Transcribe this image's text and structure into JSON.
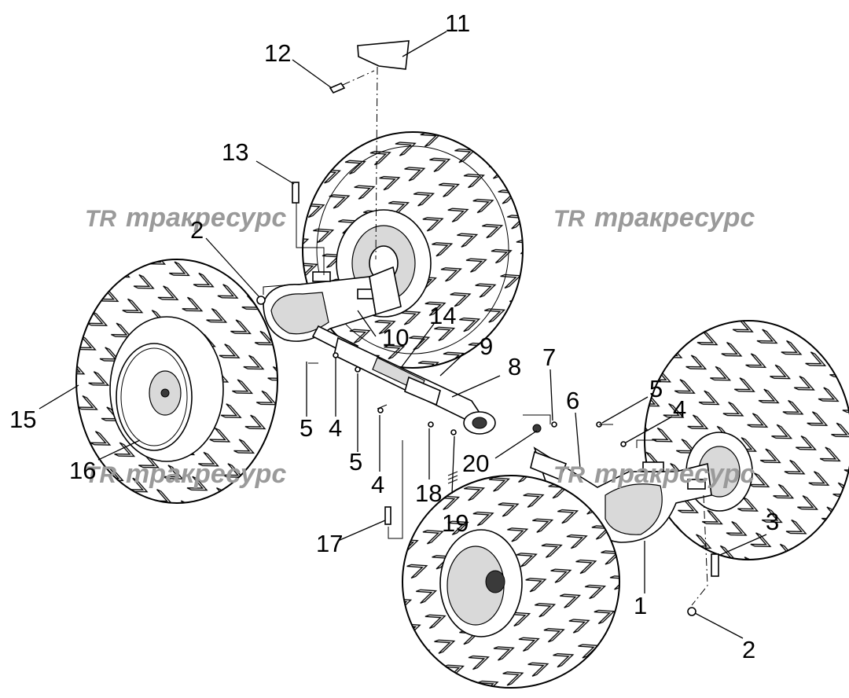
{
  "watermark": {
    "logo": "TR",
    "text": "тракресурс",
    "color": "#9a9a9a"
  },
  "callouts": [
    "1",
    "2",
    "2",
    "3",
    "4",
    "4",
    "4",
    "5",
    "5",
    "5",
    "6",
    "7",
    "8",
    "9",
    "10",
    "11",
    "12",
    "13",
    "14",
    "15",
    "16",
    "17",
    "18",
    "19",
    "20"
  ]
}
